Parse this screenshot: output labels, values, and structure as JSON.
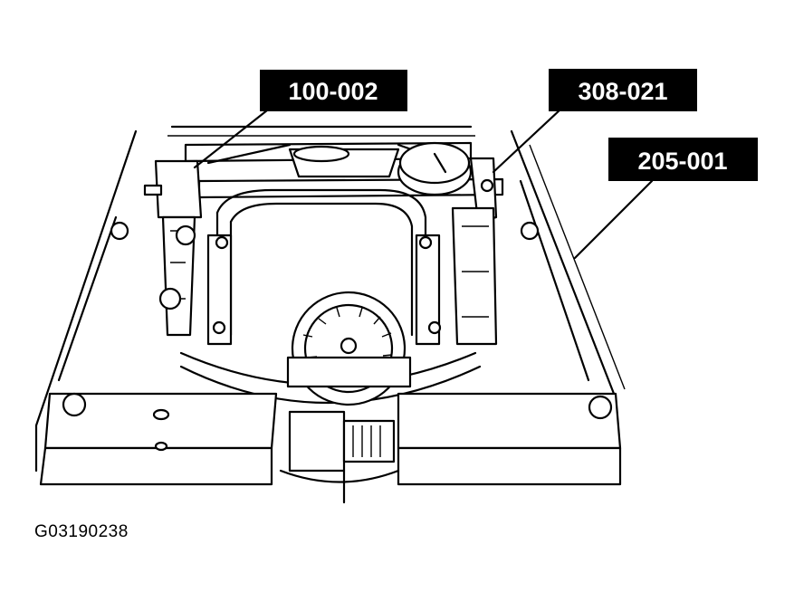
{
  "figure_id": "G03190238",
  "callouts": [
    {
      "id": "c1",
      "label": "100-002"
    },
    {
      "id": "c2",
      "label": "308-021"
    },
    {
      "id": "c3",
      "label": "205-001"
    }
  ],
  "colors": {
    "ink": "#000000",
    "paper": "#ffffff"
  }
}
